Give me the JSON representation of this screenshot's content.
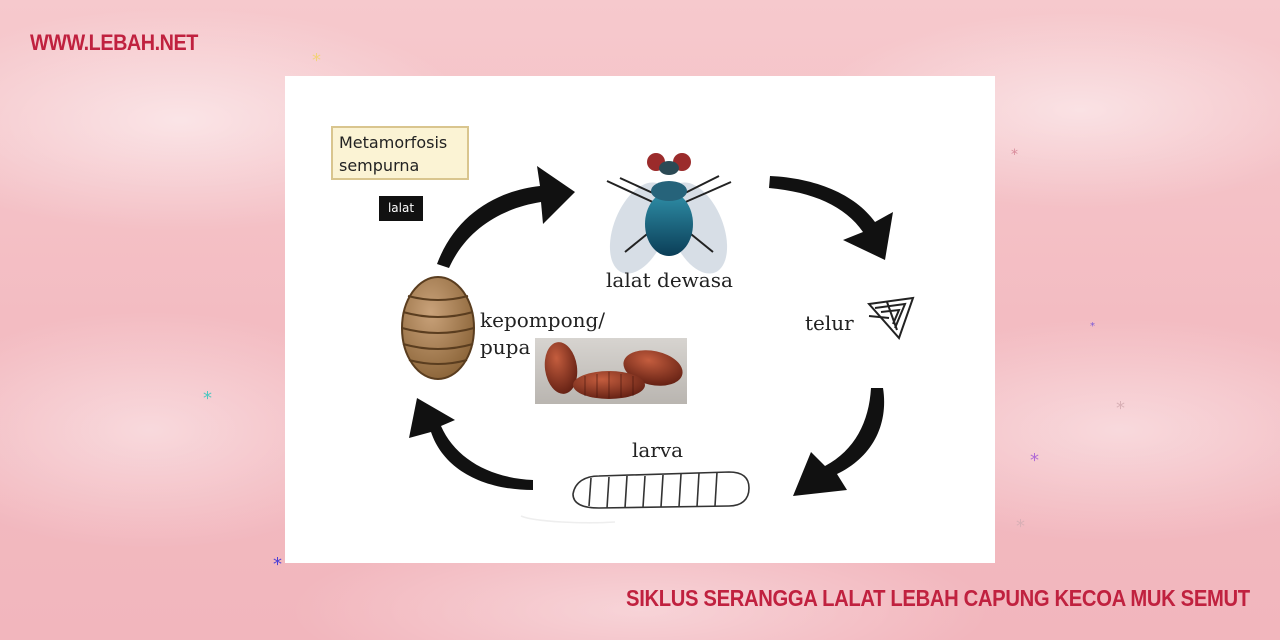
{
  "site": {
    "brand": "WWW.LEBAH.NET"
  },
  "diagram": {
    "title_line1": "Metamorfosis",
    "title_line2": "sempurna",
    "tag": "lalat",
    "stages": {
      "adult": "lalat dewasa",
      "egg": "telur",
      "larva": "larva",
      "pupa_line1": "kepompong/",
      "pupa_line2": "pupa"
    }
  },
  "caption": "SIKLUS SERANGGA LALAT LEBAH CAPUNG KECOA MUK SEMUT",
  "colors": {
    "accent": "#c0213f",
    "background": "#f4c2c7"
  },
  "icons": [
    "fly-icon",
    "egg-icon",
    "larva-icon",
    "pupa-icon",
    "pupa-photo",
    "cycle-arrow"
  ]
}
